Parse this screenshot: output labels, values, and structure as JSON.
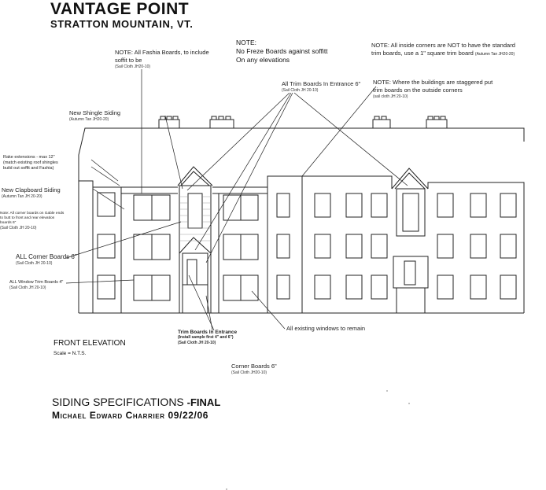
{
  "header": {
    "title": "VANTAGE POINT",
    "subtitle": "STRATTON MOUNTAIN, VT."
  },
  "notes": {
    "fashia": "NOTE:  All Fashia Boards, to include soffit to be",
    "fashia_spec": "(Sail Cloth JH20-10)",
    "freeze_1": "NOTE:",
    "freeze_2": "No Freze Boards against soffitt",
    "freeze_3": "On any elevations",
    "inside_corners": "NOTE:  All inside corners are NOT to have the standard trim boards, use a 1\" square trim board",
    "inside_corners_spec": "(Autumn Tan JH20-20)",
    "trim_entrance": "All Trim Boards In Entrance 6\"",
    "trim_entrance_spec": "(Sail Cloth JH 20-10)",
    "staggered": "NOTE: Where the buildings are staggered put trim boards on the outside corners",
    "staggered_spec": "(sail cloth JH 20-10)",
    "shingle": "New Shingle Siding",
    "shingle_spec": "(Autumn Tan JH20-20)",
    "rake_1": "Rake extensions - max 12\"",
    "rake_2": "(match existing roof shingles",
    "rake_3": "build out soffit and Fashia)",
    "clapboard": "New Clapboard Siding",
    "clapboard_spec": "(Autumn Tan JH 20-20)",
    "corner_gable": "Note: All corner boards on Gable ends to butt to front and rear elevation boards 6\"",
    "corner_gable_spec": "(Sail Cloth JH 20-10)",
    "all_corner": "ALL Corner Boards 6\"",
    "all_corner_spec": "(Sail Cloth JH 20-10)",
    "window_trim": "ALL Window Trim Boards 4\"",
    "window_trim_spec": "(Sail Cloth JH 20-10)",
    "trim_in_entrance": "Trim Boards In Entrance",
    "trim_in_entrance_2": "(Install sample first 4\" and 6\")",
    "trim_in_entrance_spec": "(Sail Cloth JH 20-10)",
    "existing_windows": "All existing windows to remain",
    "corner_6": "Corner Boards 6\"",
    "corner_6_spec": "(Sail Cloth JH20-10)"
  },
  "elevation": {
    "label": "FRONT ELEVATION",
    "scale": "Scale = N.T.S."
  },
  "footer": {
    "title": "SIDING SPECIFICATIONS",
    "final": "-FINAL",
    "author_date": "Michael Edward Charrier  09/22/06"
  }
}
